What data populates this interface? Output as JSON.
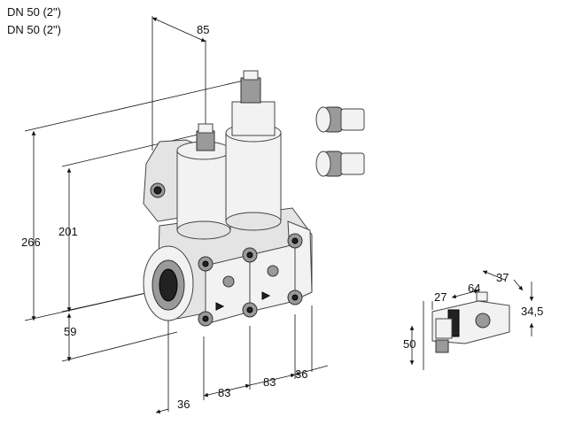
{
  "header": {
    "line1": "DN 50 (2\")",
    "line2": "DN 50 (2\")"
  },
  "dimensions": {
    "top_depth": "85",
    "total_height": "266",
    "actuator_height": "201",
    "pipe_axis_height": "59",
    "flange_offset": "36",
    "module_width_1": "83",
    "module_width_2": "83",
    "right_offset": "36",
    "bottom_offset": "36",
    "coil_width": "27",
    "coil_length": "64",
    "coil_side": "37",
    "coil_depth": "34,5",
    "coil_height": "50"
  }
}
